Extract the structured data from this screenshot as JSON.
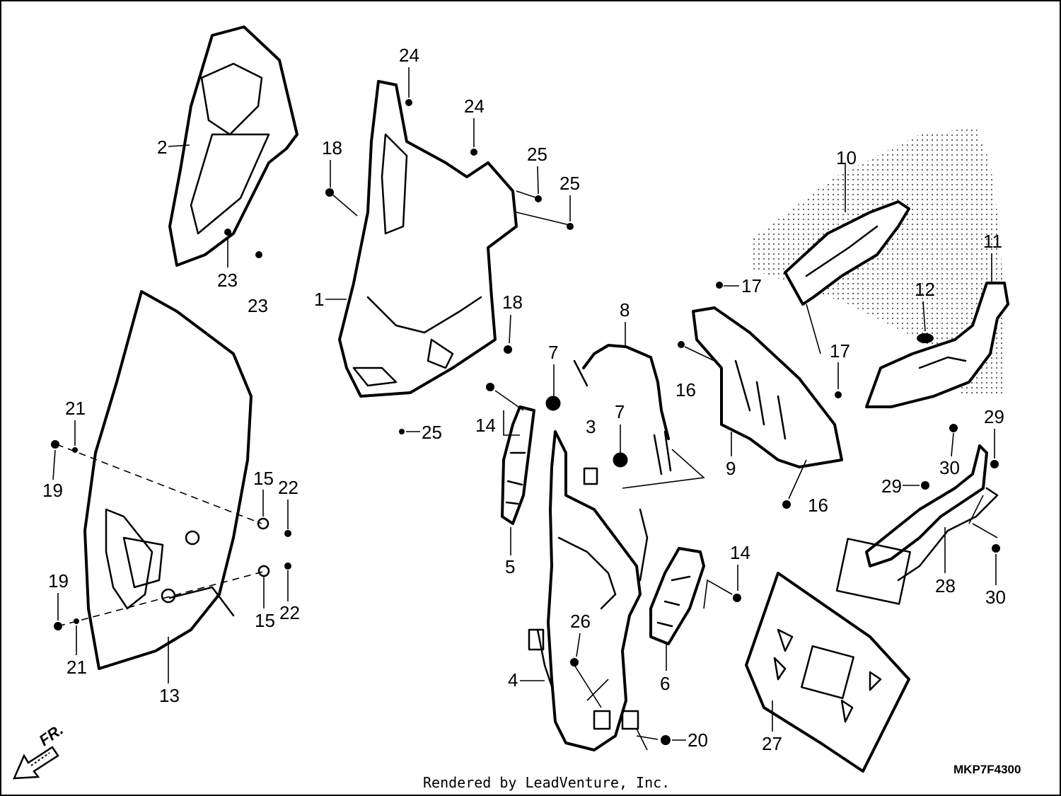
{
  "callouts": {
    "c1": "1",
    "c2": "2",
    "c3": "3",
    "c4": "4",
    "c5": "5",
    "c6": "6",
    "c7a": "7",
    "c7b": "7",
    "c8": "8",
    "c9": "9",
    "c10": "10",
    "c11": "11",
    "c12": "12",
    "c13": "13",
    "c14a": "14",
    "c14b": "14",
    "c15a": "15",
    "c15b": "15",
    "c16a": "16",
    "c16b": "16",
    "c17a": "17",
    "c17b": "17",
    "c18a": "18",
    "c18b": "18",
    "c19a": "19",
    "c19b": "19",
    "c20": "20",
    "c21a": "21",
    "c21b": "21",
    "c22a": "22",
    "c22b": "22",
    "c23a": "23",
    "c23b": "23",
    "c24a": "24",
    "c24b": "24",
    "c25a": "25",
    "c25b": "25",
    "c25c": "25",
    "c26": "26",
    "c27": "27",
    "c28": "28",
    "c29a": "29",
    "c29b": "29",
    "c30a": "30",
    "c30b": "30"
  },
  "direction_label": "FR.",
  "diagram_code": "MKP7F4300",
  "credit": "Rendered by LeadVenture, Inc.",
  "icons": {
    "direction": "arrow-down-left-icon"
  }
}
